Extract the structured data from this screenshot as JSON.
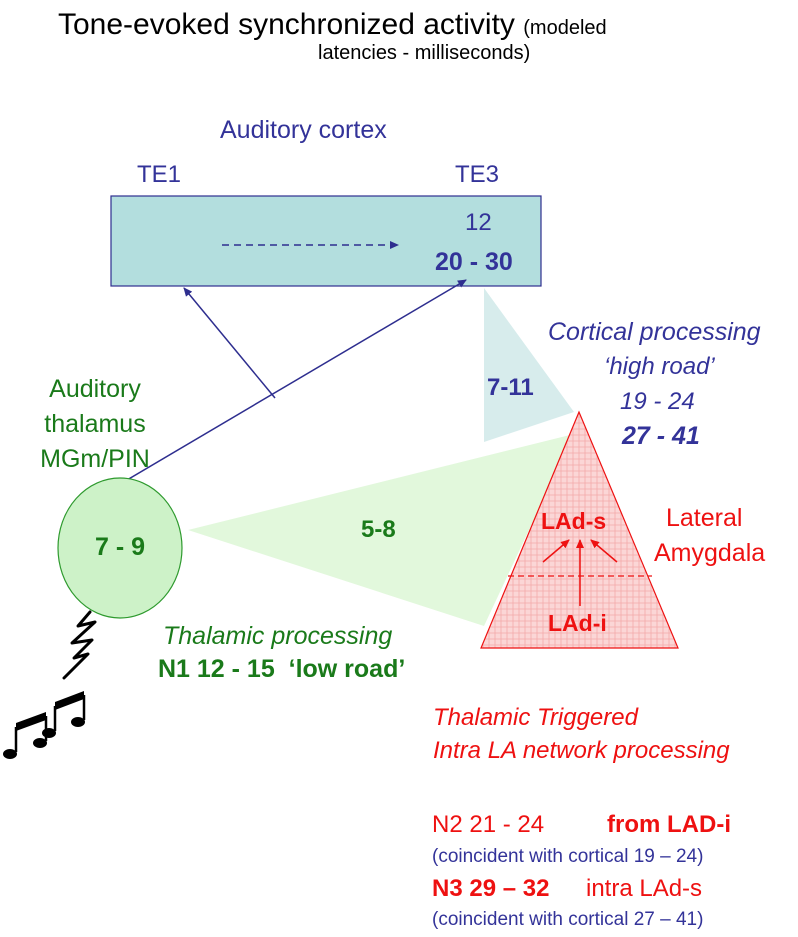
{
  "title": {
    "main": "Tone-evoked synchronized activity",
    "sub_part1": "(modeled",
    "sub_part2": "latencies - milliseconds)"
  },
  "cortex": {
    "heading": "Auditory cortex",
    "te1": "TE1",
    "te3": "TE3",
    "value_early": "12",
    "value_late": "20 - 30"
  },
  "cortical_path": {
    "latency": "7-11",
    "heading": "Cortical processing",
    "road": "‘high road’",
    "range1": "19 - 24",
    "range2": "27 - 41"
  },
  "thalamus": {
    "line1": "Auditory",
    "line2": "thalamus",
    "line3": "MGm/PIN",
    "value": "7 - 9"
  },
  "thalamic_path": {
    "latency": "5-8",
    "heading": "Thalamic processing",
    "n1": "N1 12 - 15  ‘low road’"
  },
  "amygdala": {
    "top": "LAd-s",
    "bottom": "LAd-i",
    "label1": "Lateral",
    "label2": "Amygdala"
  },
  "network": {
    "line1": "Thalamic Triggered",
    "line2": "Intra LA network processing",
    "n2_label": "N2 21 - 24",
    "n2_source": "from LAD-i",
    "n2_note": "(coincident with cortical 19 – 24)",
    "n3_label": "N3 29 – 32",
    "n3_source": "intra LAd-s",
    "n3_note": "(coincident with cortical 27 – 41)"
  },
  "colors": {
    "cortex": "#2e2e8f",
    "thalamus": "#1a7a1a",
    "amygdala": "#ee1111",
    "cortex_box": "#b3dede",
    "thalamus_fill": "#cdf2c8",
    "beam_green": "#e2f8dc",
    "beam_blue": "#d7ecec"
  },
  "icons": [
    "music-notes-icon"
  ]
}
